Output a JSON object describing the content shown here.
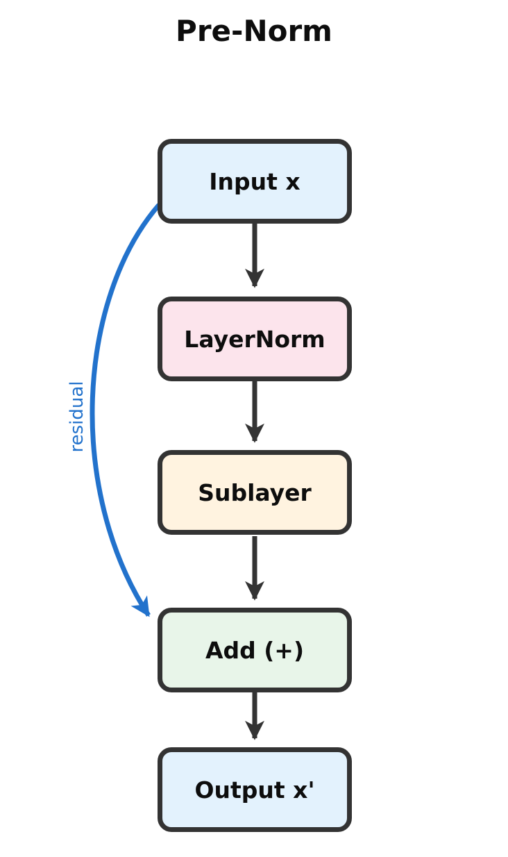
{
  "title": "Pre-Norm",
  "colors": {
    "background": "#ffffff",
    "box_border": "#333333",
    "arrow": "#333333",
    "residual_blue": "#2272cc",
    "text": "#0d0d0d"
  },
  "nodes": [
    {
      "id": "input",
      "label": "Input x",
      "fill": "#e3f2fd"
    },
    {
      "id": "layernorm",
      "label": "LayerNorm",
      "fill": "#fce4ec"
    },
    {
      "id": "sublayer",
      "label": "Sublayer",
      "fill": "#fff3e0"
    },
    {
      "id": "add",
      "label": "Add (+)",
      "fill": "#e8f5e9"
    },
    {
      "id": "output",
      "label": "Output x'",
      "fill": "#e3f2fd"
    }
  ],
  "edges": [
    {
      "from": "input",
      "to": "layernorm",
      "label": ""
    },
    {
      "from": "layernorm",
      "to": "sublayer",
      "label": ""
    },
    {
      "from": "sublayer",
      "to": "add",
      "label": ""
    },
    {
      "from": "add",
      "to": "output",
      "label": ""
    },
    {
      "from": "input",
      "to": "add",
      "label": "residual",
      "style": "curved-left"
    }
  ],
  "residual": {
    "label": "residual"
  }
}
